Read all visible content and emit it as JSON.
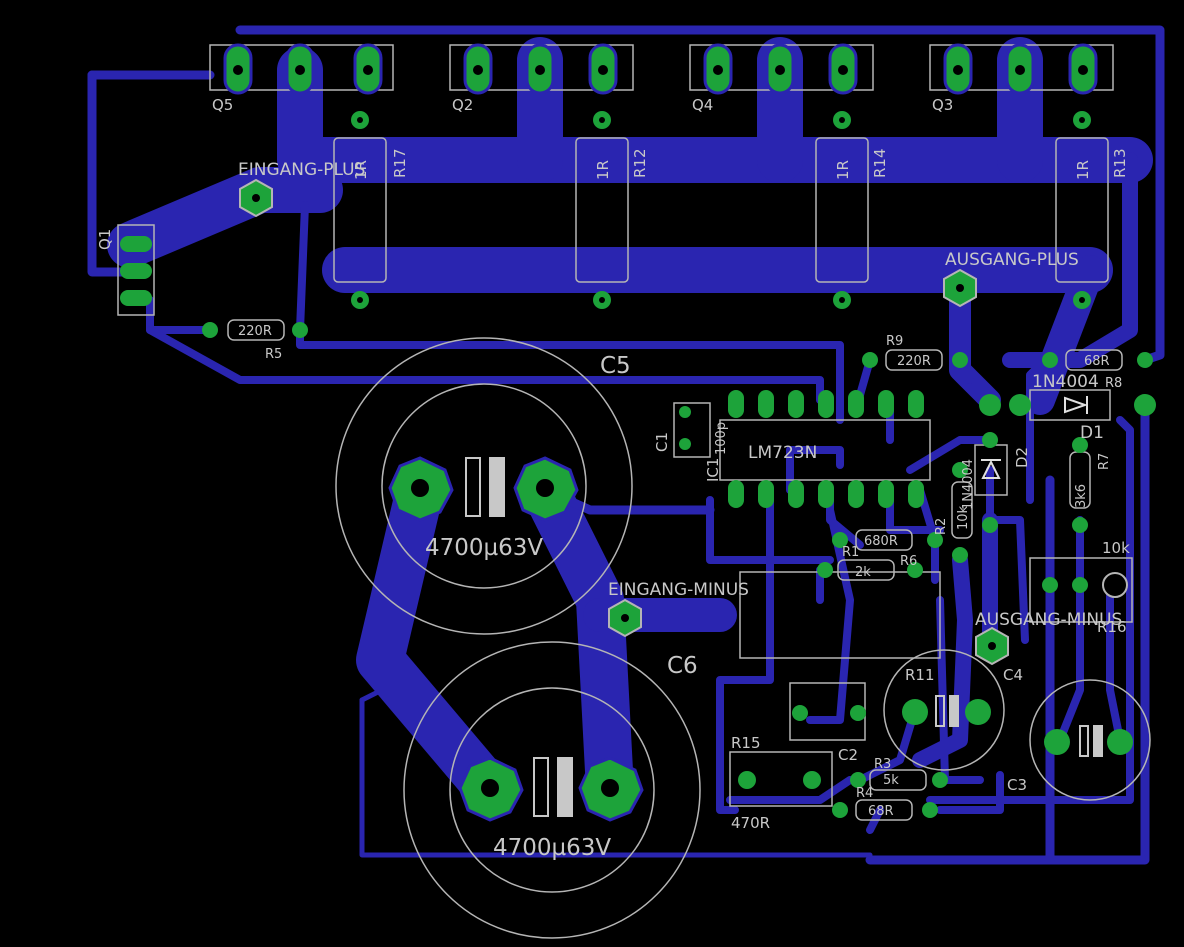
{
  "colors": {
    "background": "#000000",
    "trace": "#2a25b0",
    "trace_light": "#3c36c8",
    "pad": "#1da33a",
    "silk": "#c8c8c8",
    "pin_bg": "#2a25b0"
  },
  "labels": {
    "q5": "Q5",
    "q2": "Q2",
    "q4": "Q4",
    "q3": "Q3",
    "q1": "Q1",
    "r17": "R17",
    "r12": "R12",
    "r14": "R14",
    "r13": "R13",
    "r17_val": "1R",
    "r12_val": "1R",
    "r14_val": "1R",
    "r13_val": "1R",
    "eingang_plus": "EINGANG-PLUS",
    "ausgang_plus": "AUSGANG-PLUS",
    "eingang_minus": "EINGANG-MINUS",
    "ausgang_minus": "AUSGANG-MINUS",
    "r5": "R5",
    "r5_val": "220R",
    "r9": "R9",
    "r9_val": "220R",
    "r8": "R8",
    "r8_val": "68R",
    "d1": "D1",
    "d1_val": "1N4004",
    "d2": "D2",
    "d2_val": "1N4004",
    "c5": "C5",
    "c5_val": "4700µ63V",
    "c6": "C6",
    "c6_val": "4700µ63V",
    "c1": "C1",
    "c1_val": "100p",
    "ic1": "IC1",
    "ic1_val": "LM723N",
    "r7": "R7",
    "r7_val": "3k6",
    "r2": "R2",
    "r2_val": "10k",
    "r1": "R1",
    "r1_val": "680R",
    "r6": "R6",
    "r6_val": "2k",
    "r16": "R16",
    "r16_val": "10k",
    "r11": "R11",
    "c4": "C4",
    "r15": "R15",
    "r15_val": "470R",
    "c2": "C2",
    "c3": "C3",
    "r3": "R3",
    "r3_val": "5k",
    "r4": "R4",
    "r4_val": "68R"
  }
}
